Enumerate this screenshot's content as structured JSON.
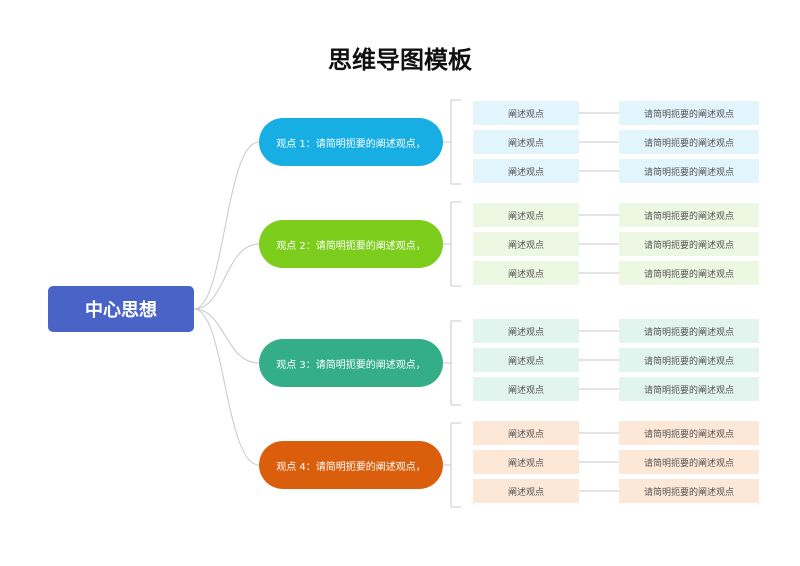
{
  "title": "思维导图模板",
  "center": "中心思想",
  "points": [
    {
      "label": "观点 1：请简明扼要的阐述观点，",
      "color": "#17aee4",
      "light": "#e2f4fc"
    },
    {
      "label": "观点 2：请简明扼要的阐述观点，",
      "color": "#7ccd1c",
      "light": "#edf8e2"
    },
    {
      "label": "观点 3：请简明扼要的阐述观点，",
      "color": "#33ae86",
      "light": "#e1f4ee"
    },
    {
      "label": "观点 4：请简明扼要的阐述观点，",
      "color": "#db5e0c",
      "light": "#fde7d6"
    }
  ],
  "left_item": "阐述观点",
  "right_item": "请简明扼要的阐述观点"
}
